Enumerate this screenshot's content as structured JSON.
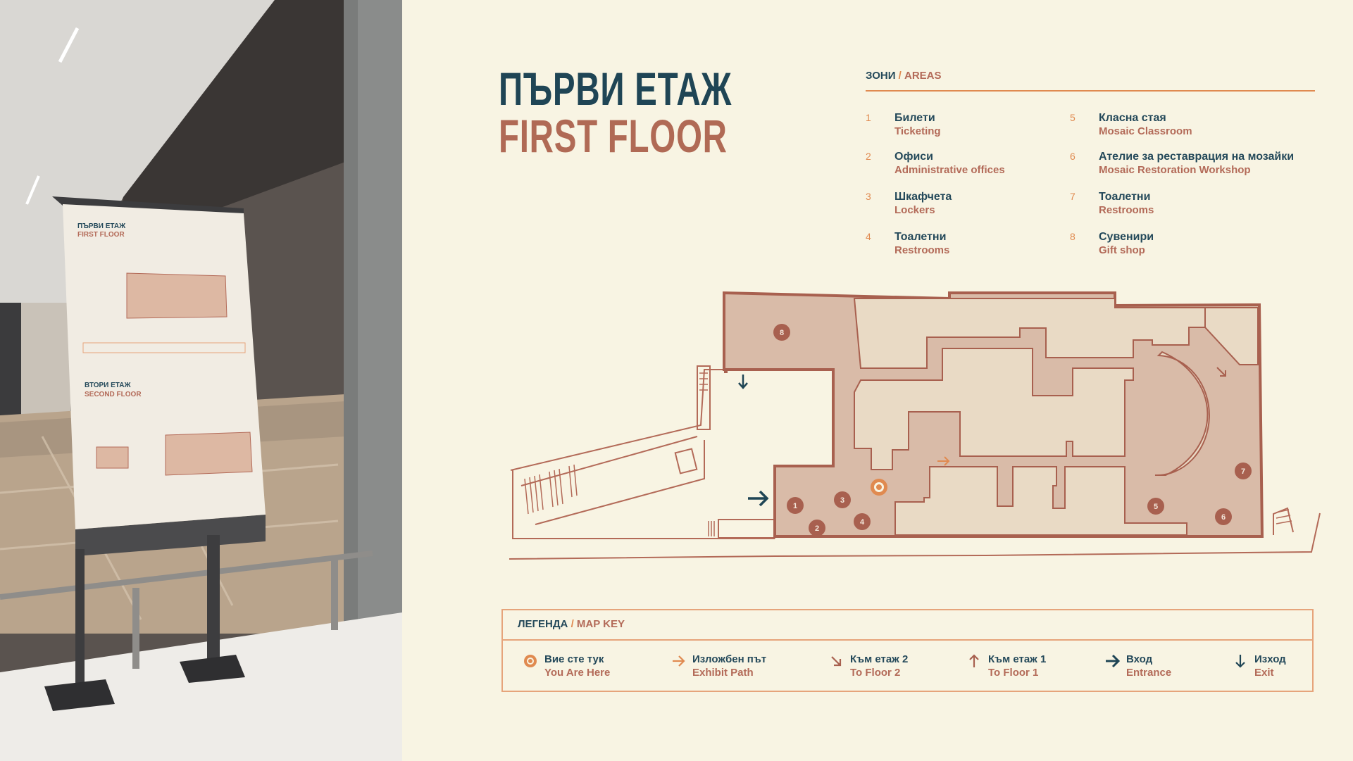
{
  "photo": {
    "sign_titles": [
      "ПЪРВИ ЕТАЖ",
      "FIRST FLOOR",
      "ВТОРИ ЕТАЖ",
      "SECOND FLOOR"
    ]
  },
  "title": {
    "bg": "ПЪРВИ ЕТАЖ",
    "en": "FIRST FLOOR"
  },
  "areas": {
    "heading_bg": "ЗОНИ",
    "separator": "/",
    "heading_en": "AREAS",
    "items": [
      {
        "num": "1",
        "bg": "Билети",
        "en": "Ticketing"
      },
      {
        "num": "2",
        "bg": "Офиси",
        "en": "Administrative offices"
      },
      {
        "num": "3",
        "bg": "Шкафчета",
        "en": "Lockers"
      },
      {
        "num": "4",
        "bg": "Тоалетни",
        "en": "Restrooms"
      },
      {
        "num": "5",
        "bg": "Класна стая",
        "en": "Mosaic Classroom"
      },
      {
        "num": "6",
        "bg": "Ателие за реставрация на мозайки",
        "en": "Mosaic Restoration Workshop"
      },
      {
        "num": "7",
        "bg": "Тоалетни",
        "en": "Restrooms"
      },
      {
        "num": "8",
        "bg": "Сувенири",
        "en": "Gift shop"
      }
    ]
  },
  "map": {
    "markers": [
      "1",
      "2",
      "3",
      "4",
      "5",
      "6",
      "7",
      "8"
    ]
  },
  "legend": {
    "heading_bg": "ЛЕГЕНДА",
    "separator": "/",
    "heading_en": "MAP KEY",
    "items": [
      {
        "icon": "you-are-here-icon",
        "bg": "Вие сте тук",
        "en": "You Are Here"
      },
      {
        "icon": "exhibit-path-arrow-icon",
        "bg": "Изложбен път",
        "en": "Exhibit Path"
      },
      {
        "icon": "to-floor-2-arrow-icon",
        "bg": "Към етаж 2",
        "en": "To Floor 2"
      },
      {
        "icon": "to-floor-1-arrow-icon",
        "bg": "Към етаж 1",
        "en": "To Floor 1"
      },
      {
        "icon": "entrance-arrow-icon",
        "bg": "Вход",
        "en": "Entrance"
      },
      {
        "icon": "exit-arrow-icon",
        "bg": "Изход",
        "en": "Exit"
      }
    ]
  },
  "colors": {
    "navy": "#1f4555",
    "rust": "#b06a55",
    "orange": "#e08a50",
    "cream": "#f8f4e3"
  }
}
